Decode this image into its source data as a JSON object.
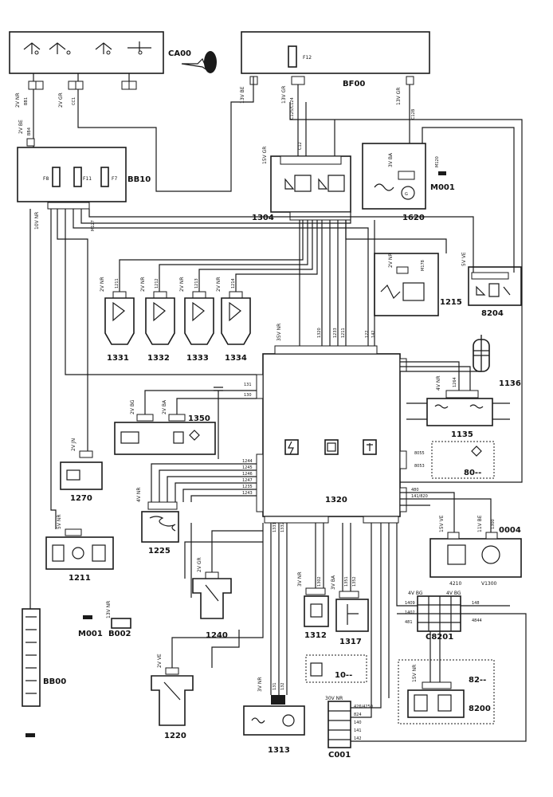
{
  "components": {
    "ca00": "CA00",
    "bf00": "BF00",
    "fuse_f12": "F12",
    "bb10": "BB10",
    "f8": "F8",
    "f11": "F11",
    "f7": "F7",
    "c1304": "1304",
    "m001_top": "M001",
    "c1620": "1620",
    "c1215": "1215",
    "c8204": "8204",
    "c1331": "1331",
    "c1332": "1332",
    "c1333": "1333",
    "c1334": "1334",
    "c1136": "1136",
    "c1135": "1135",
    "c1350": "1350",
    "c1320": "1320",
    "c80": "80--",
    "c1270": "1270",
    "c1225": "1225",
    "c0004": "0004",
    "c4210": "4210",
    "v1300": "V1300",
    "c1211": "1211",
    "c1240": "1240",
    "c1312": "1312",
    "c1317": "1317",
    "c8201": "C8201",
    "m001_bot": "M001",
    "b002": "B002",
    "bb00": "BB00",
    "c10": "10--",
    "c82": "82--",
    "c8200": "8200",
    "c1220": "1220",
    "c1313": "1313",
    "c001": "C001"
  },
  "connector_labels": {
    "ca00_left": "2V NR",
    "ca00_right": "2V GR",
    "bf00_a": "13V BE",
    "bf00_b": "13V GR",
    "bf00_c": "13V GR",
    "bb10_top": "2V BE",
    "bb10_out": "10V NR",
    "c1304": "15V GR",
    "c1620": "3V BA",
    "c1215": "2V NR",
    "c8204": "5V VE",
    "c1331": "2V NR",
    "c1332": "2V NR",
    "c1333": "2V NR",
    "c1334": "2V NR",
    "c1320_a": "35V NR",
    "c1135": "4V NR",
    "c1350_a": "2V BG",
    "c1350_b": "2V BA",
    "c1270": "2V JN",
    "c1225": "4V NR",
    "c1211": "5V NR",
    "c1240": "2V GR",
    "c1220": "2V VE",
    "c1312": "3V NR",
    "c1317": "3V BA",
    "c1313": "3V NR",
    "c8201_a": "4V BG",
    "c8201_b": "4V BG",
    "c4210": "15V VE",
    "v1300": "11V BE",
    "b002": "13V NR",
    "c8200": "15V NR",
    "c001": "30V NR"
  },
  "wire_codes": {
    "bb1": "BB1",
    "cc1": "CC1",
    "bb4": "BB4",
    "c12": "C12",
    "c125": "C125/C124",
    "c12b": "C12B",
    "m120": "M120",
    "m178": "M178",
    "m127": "M127",
    "w1211": "1211",
    "w1212": "1212",
    "w1213": "1213",
    "w1214": "1214",
    "w1320": "1320",
    "w1233": "1233",
    "w1211b": "1211",
    "w122": "122",
    "w142": "142",
    "w131": "131",
    "w130": "130",
    "w1244": "1244",
    "w1245": "1245",
    "w1246": "1246",
    "w1247": "1247",
    "w1235": "1235",
    "w1243": "1243",
    "w8055": "8055",
    "w8053": "8053",
    "w480": "480",
    "w141": "141/820",
    "w1264": "1264",
    "w1300": "1300",
    "w1351": "1351",
    "w1352": "1352",
    "w426": "426/4250",
    "w824": "824",
    "w140": "140",
    "w141b": "141",
    "w142b": "142",
    "w148": "148",
    "w4844": "4844",
    "w1402": "1402",
    "w481": "481",
    "w1409": "1409",
    "w1302": "1302",
    "w1331": "1331",
    "w1332": "1332",
    "w131b": "131",
    "w132": "132"
  }
}
